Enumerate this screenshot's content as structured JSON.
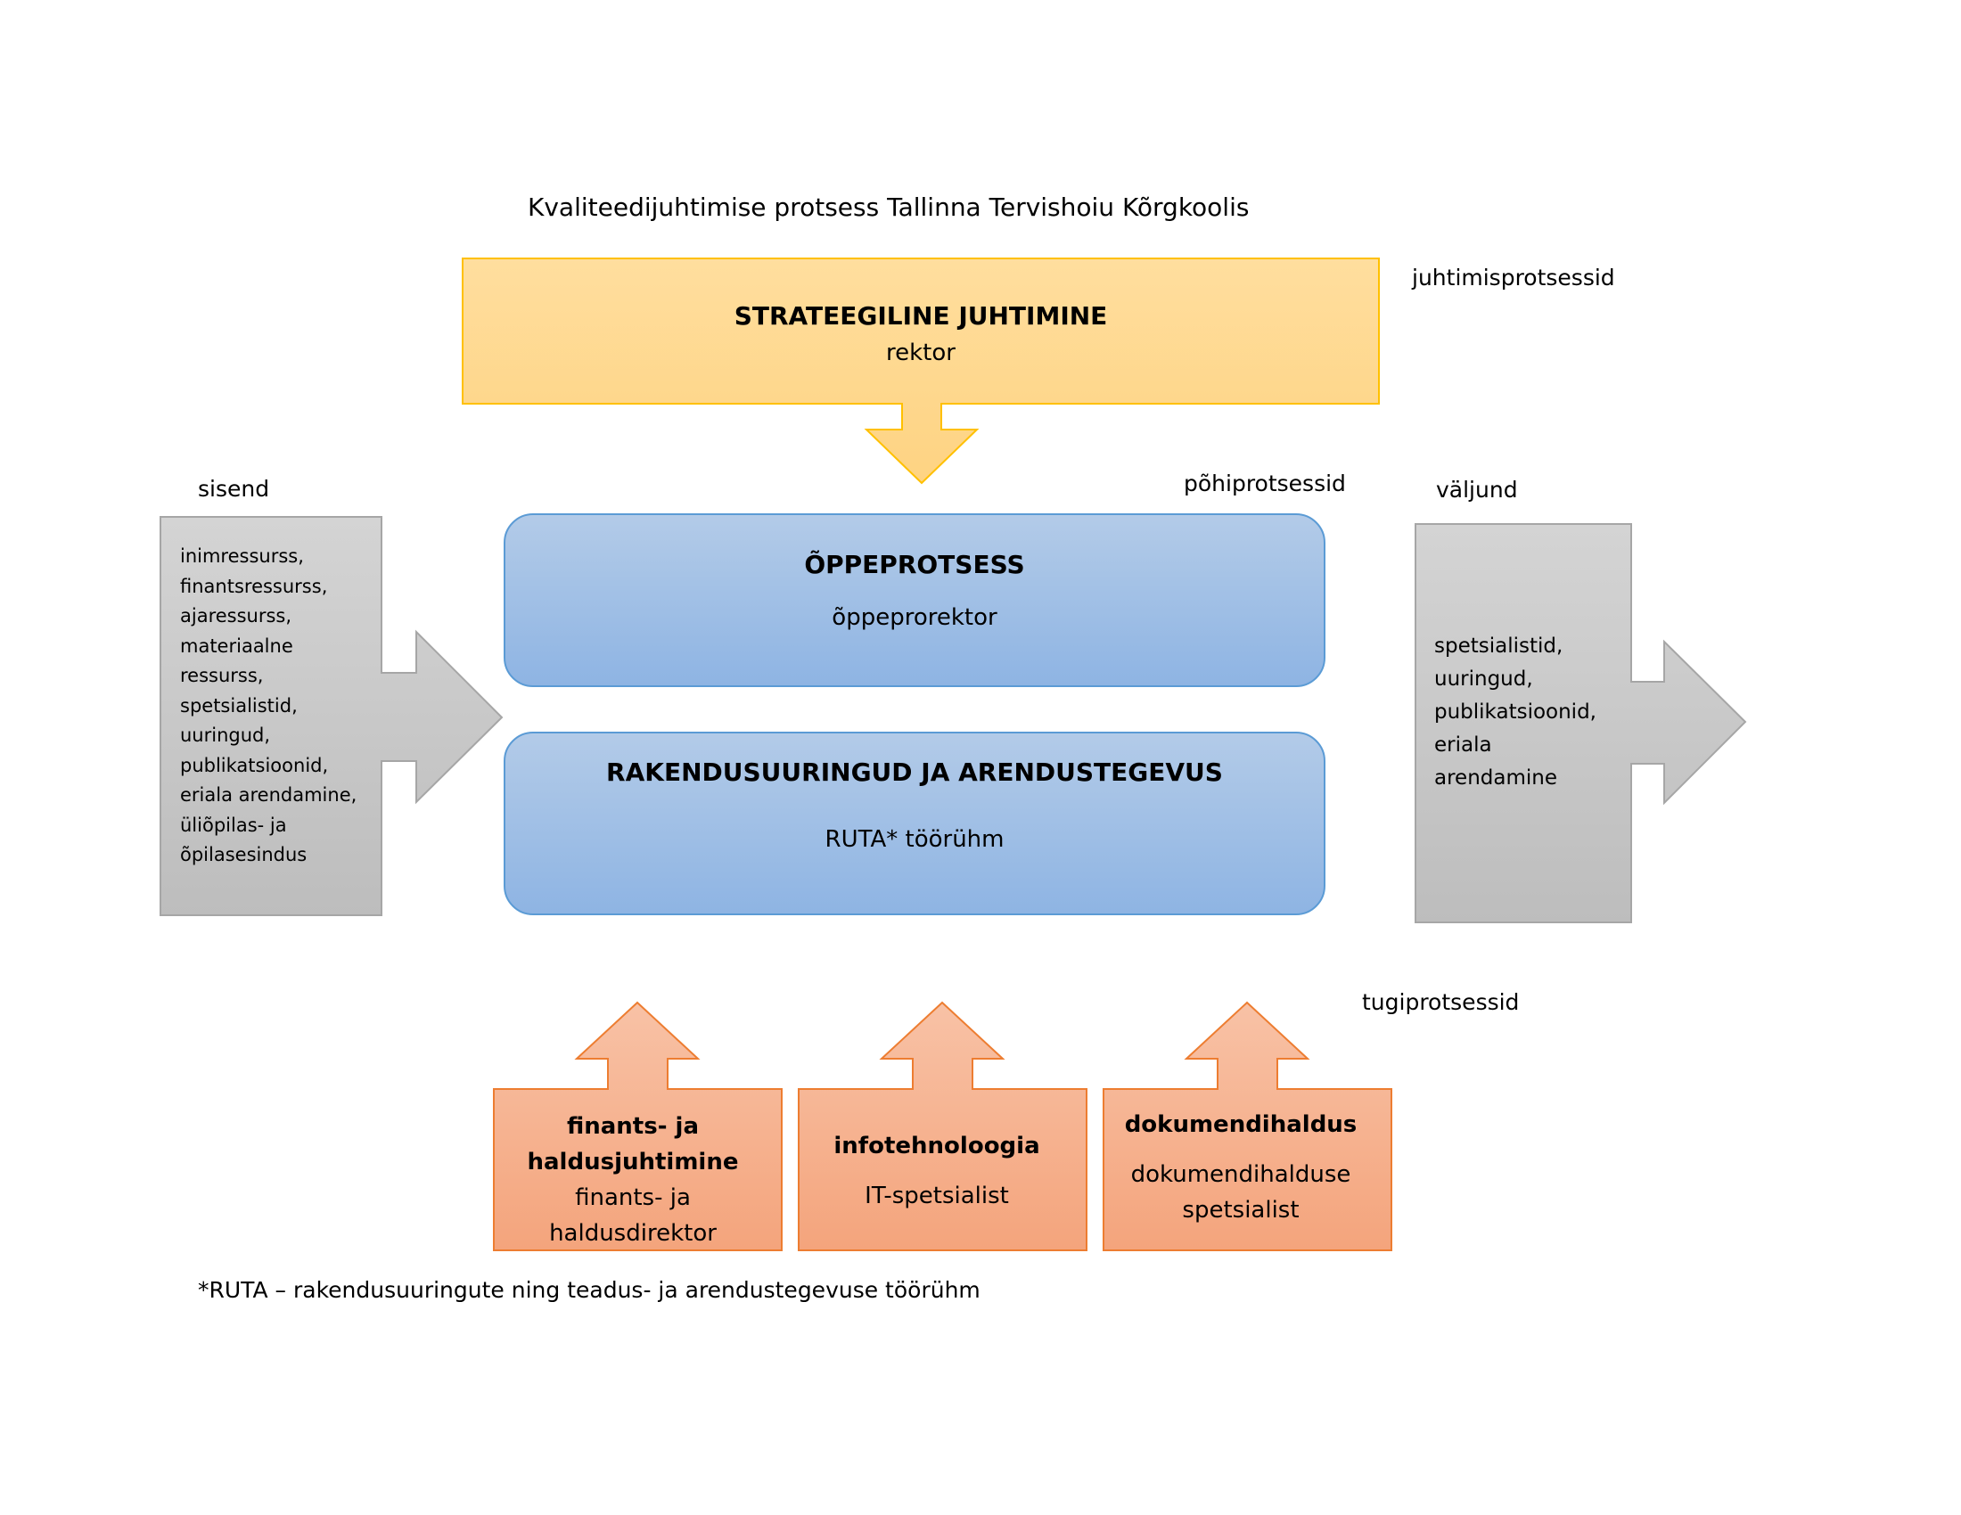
{
  "title": "Kvaliteedijuhtimise protsess Tallinna Tervishoiu Kõrgkoolis",
  "colors": {
    "yellow_fill_top": "#FFDE9E",
    "yellow_fill_bottom": "#FED382",
    "yellow_border": "#FFC000",
    "blue_fill_top": "#B3CBE8",
    "blue_fill_bottom": "#8EB4E3",
    "blue_border": "#5B9BD5",
    "gray_fill_top": "#D4D4D4",
    "gray_fill_bottom": "#BDBDBD",
    "gray_border": "#A6A6A6",
    "orange_fill_top": "#F8C2A6",
    "orange_fill_bottom": "#F4A47C",
    "orange_border": "#ED7D31"
  },
  "labels": {
    "management": "juhtimisprotsessid",
    "core": "põhiprotsessid",
    "input": "sisend",
    "output": "väljund",
    "support": "tugiprotsessid"
  },
  "strategic": {
    "heading": "STRATEEGILINE JUHTIMINE",
    "owner": "rektor"
  },
  "core_processes": [
    {
      "heading": "ÕPPEPROTSESS",
      "owner": "õppeprorektor"
    },
    {
      "heading": "RAKENDUSUURINGUD JA ARENDUSTEGEVUS",
      "owner": "RUTA* töörühm"
    }
  ],
  "inputs": [
    "inimressurss,",
    "finantsressurss,",
    "ajaressurss,",
    "materiaalne",
    "ressurss,",
    "spetsialistid,",
    "uuringud,",
    "publikatsioonid,",
    "eriala arendamine,",
    "üliõpilas- ja",
    "õpilasesindus"
  ],
  "outputs": [
    "spetsialistid,",
    "uuringud,",
    "publikatsioonid,",
    "eriala",
    "arendamine"
  ],
  "support_processes": [
    {
      "heading_lines": [
        "finants- ja",
        "haldusjuhtimine"
      ],
      "owner_lines": [
        "finants- ja",
        "haldusdirektor"
      ]
    },
    {
      "heading_lines": [
        "infotehnoloogia"
      ],
      "owner_lines": [
        "IT-spetsialist"
      ]
    },
    {
      "heading_lines": [
        "dokumendihaldus"
      ],
      "owner_lines": [
        "dokumendihalduse",
        "spetsialist"
      ]
    }
  ],
  "footnote": "*RUTA – rakendusuuringute ning teadus- ja arendustegevuse töörühm"
}
